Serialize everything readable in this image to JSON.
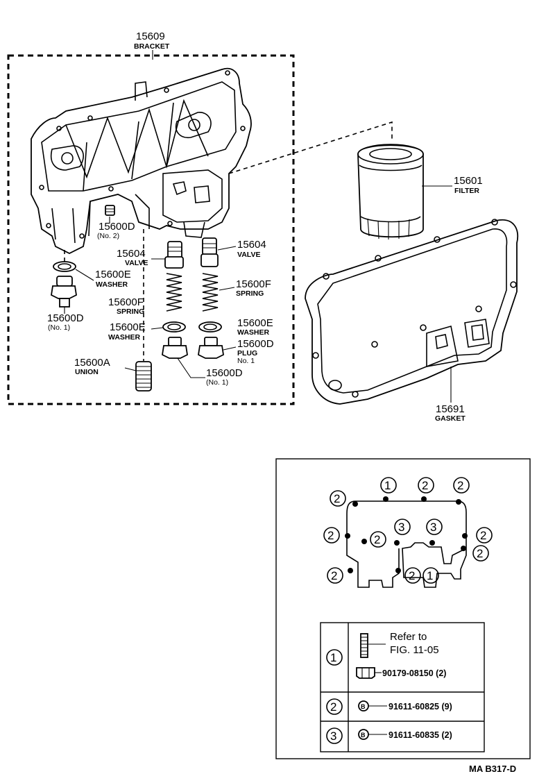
{
  "diagram": {
    "footer_code": "MA B317-D",
    "parts": {
      "bracket": {
        "number": "15609",
        "name": "BRACKET"
      },
      "filter": {
        "number": "15601",
        "name": "FILTER"
      },
      "gasket": {
        "number": "15691",
        "name": "GASKET"
      },
      "plug_no2": {
        "number": "15600D",
        "sub": "(No. 2)"
      },
      "valve_left": {
        "number": "15604",
        "name": "VALVE"
      },
      "valve_right": {
        "number": "15604",
        "name": "VALVE"
      },
      "washer_upper": {
        "number": "15600E",
        "name": "WASHER"
      },
      "plug_no1_left": {
        "number": "15600D",
        "sub": "(No. 1)"
      },
      "spring_left": {
        "number": "15600F",
        "name": "SPRING"
      },
      "spring_right": {
        "number": "15600F",
        "name": "SPRING"
      },
      "washer_lower_left": {
        "number": "15600E",
        "name": "WASHER"
      },
      "washer_lower_right": {
        "number": "15600E",
        "name": "WASHER"
      },
      "plug_right": {
        "number": "15600D",
        "name": "PLUG",
        "sub": "No. 1"
      },
      "union": {
        "number": "15600A",
        "name": "UNION"
      },
      "plug_no1_bottom": {
        "number": "15600D",
        "sub": "(No. 1)"
      }
    },
    "bolt_map": {
      "markers": {
        "one": "1",
        "two": "2",
        "three": "3"
      }
    },
    "legend": {
      "row1": {
        "marker": "1",
        "ref_line1": "Refer to",
        "ref_line2": "FIG. 11-05",
        "part_code": "90179-08150 (2)"
      },
      "row2": {
        "marker": "2",
        "part_code": "91611-60825 (9)"
      },
      "row3": {
        "marker": "3",
        "part_code": "91611-60835 (2)"
      }
    }
  }
}
